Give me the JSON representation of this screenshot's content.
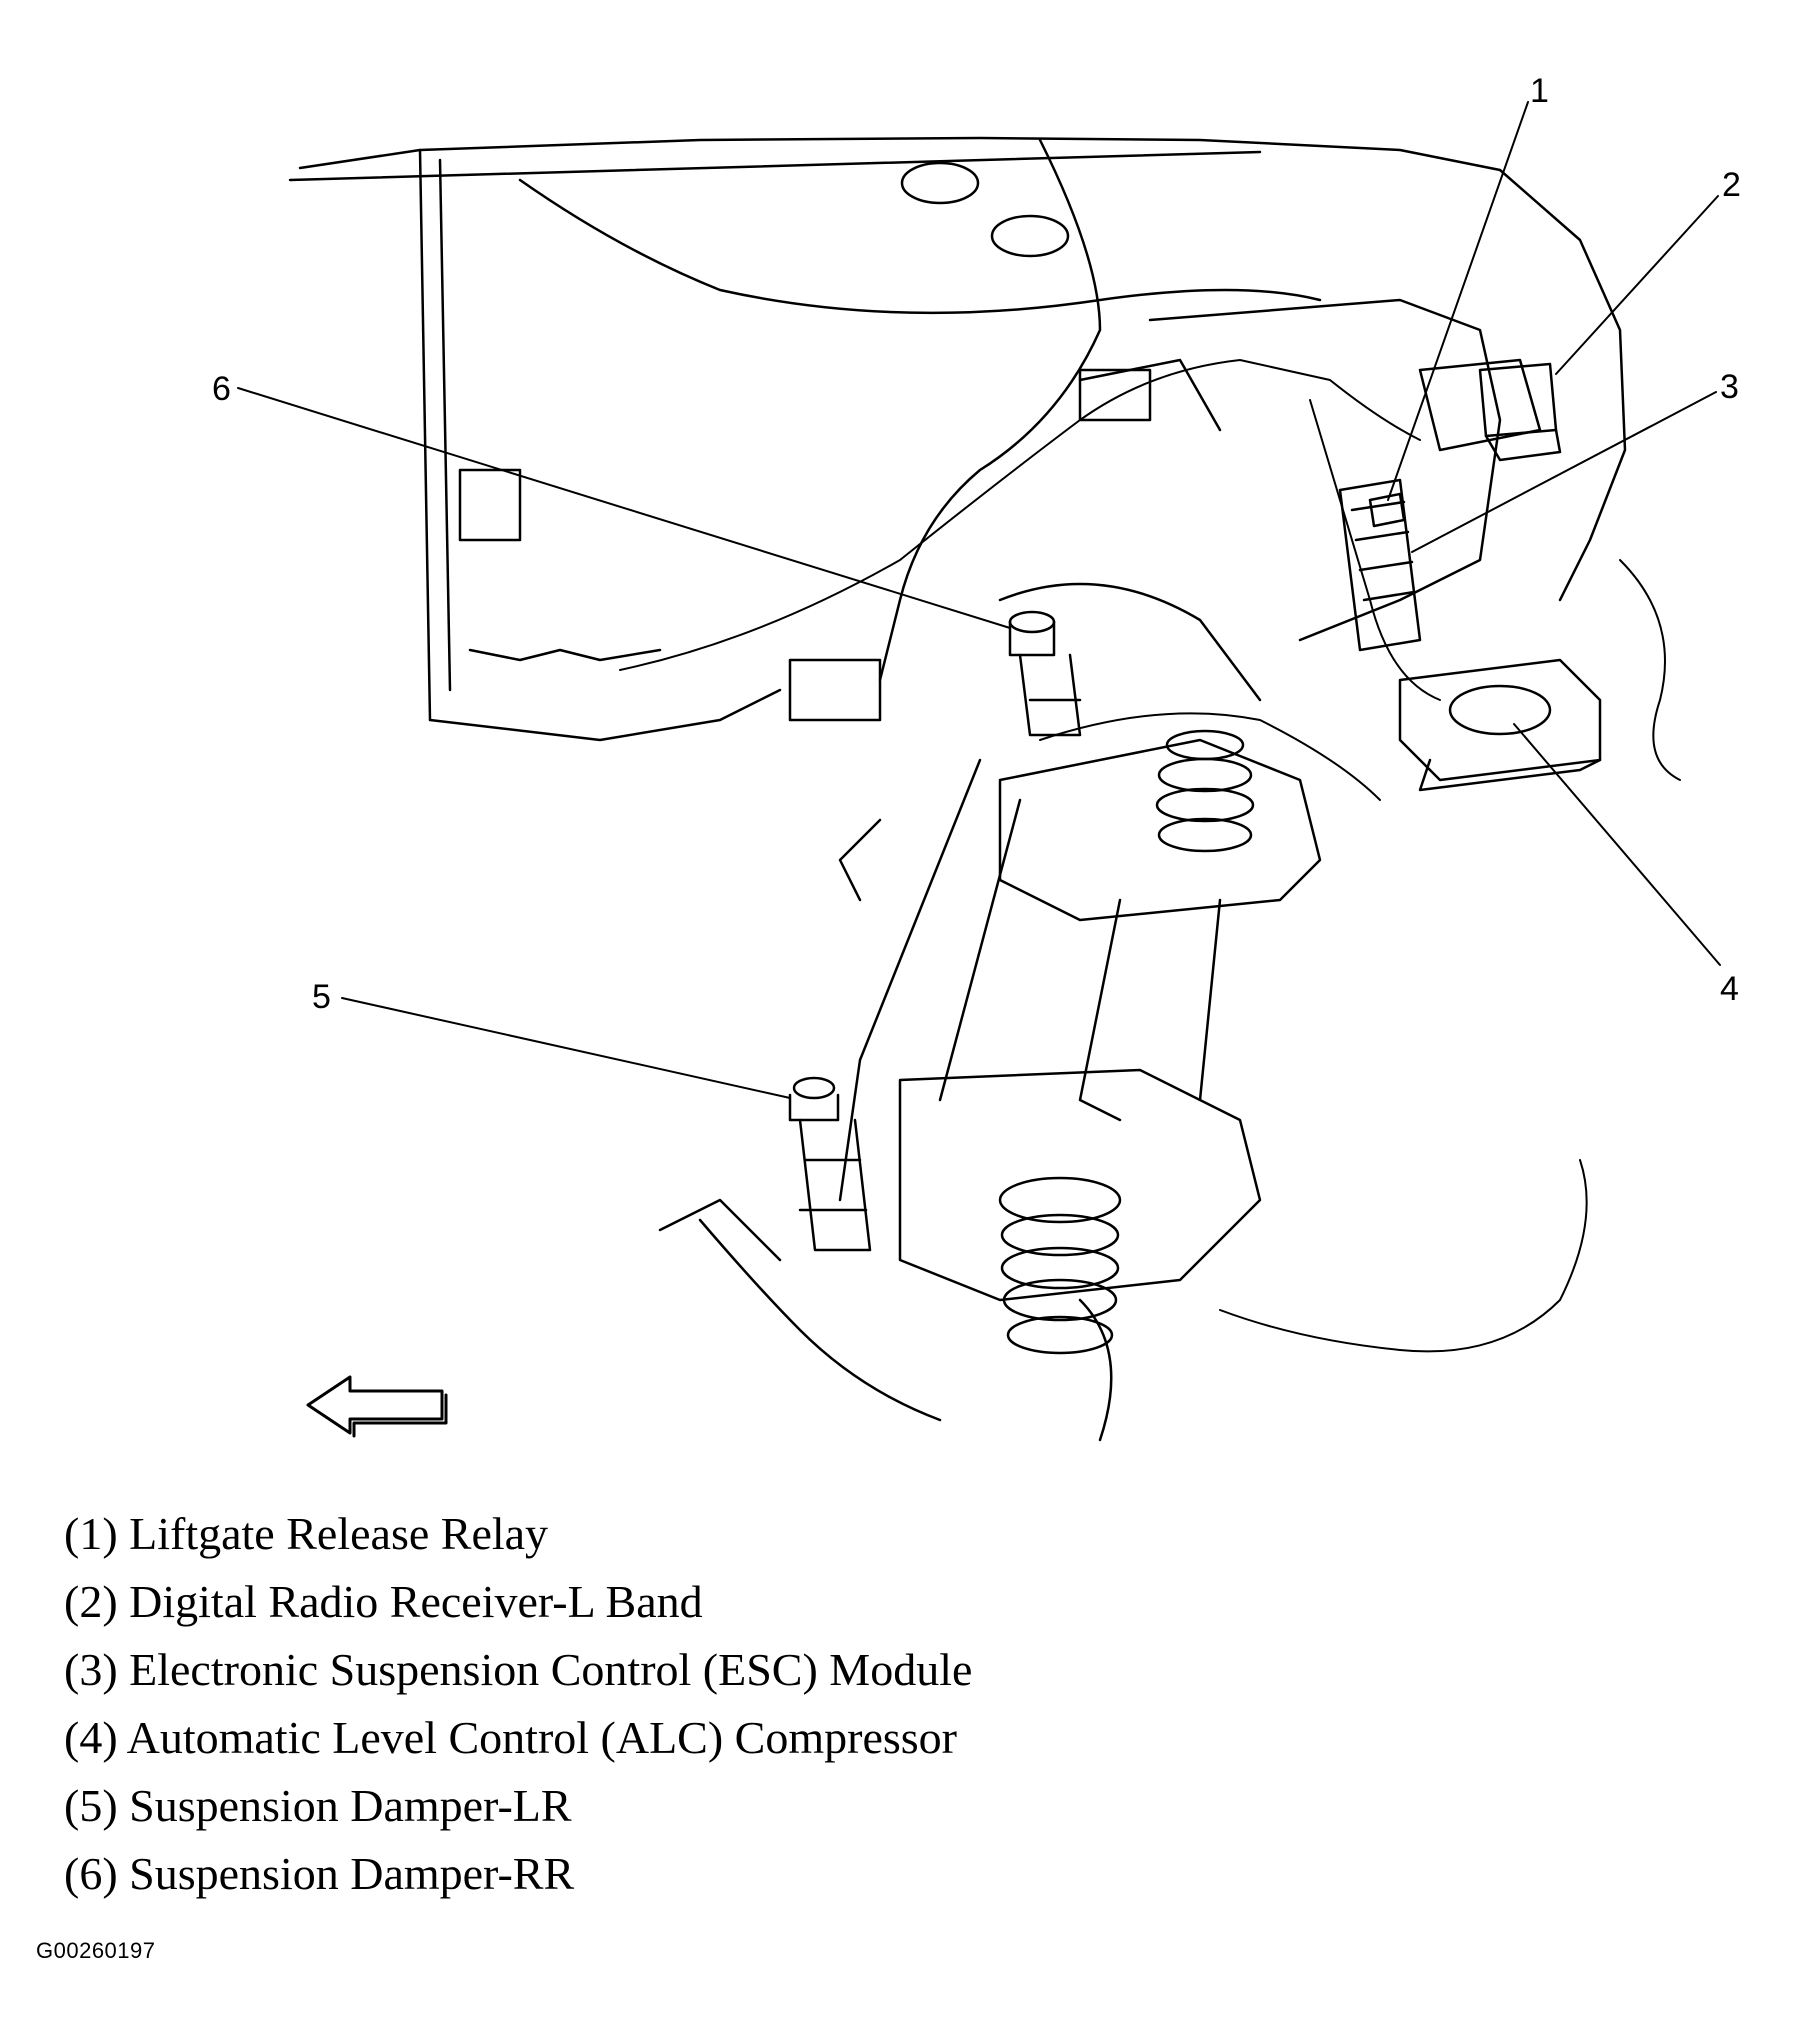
{
  "callouts": [
    "1",
    "2",
    "3",
    "4",
    "5",
    "6"
  ],
  "legend": [
    "(1) Liftgate Release Relay",
    "(2) Digital Radio Receiver-L Band",
    "(3) Electronic Suspension Control (ESC) Module",
    "(4) Automatic Level Control (ALC) Compressor",
    "(5) Suspension Damper-LR",
    "(6) Suspension Damper-RR"
  ],
  "figure_id": "G00260197",
  "colors": {
    "ink": "#000000",
    "paper": "#ffffff"
  },
  "icons": [
    "direction-arrow-icon"
  ]
}
